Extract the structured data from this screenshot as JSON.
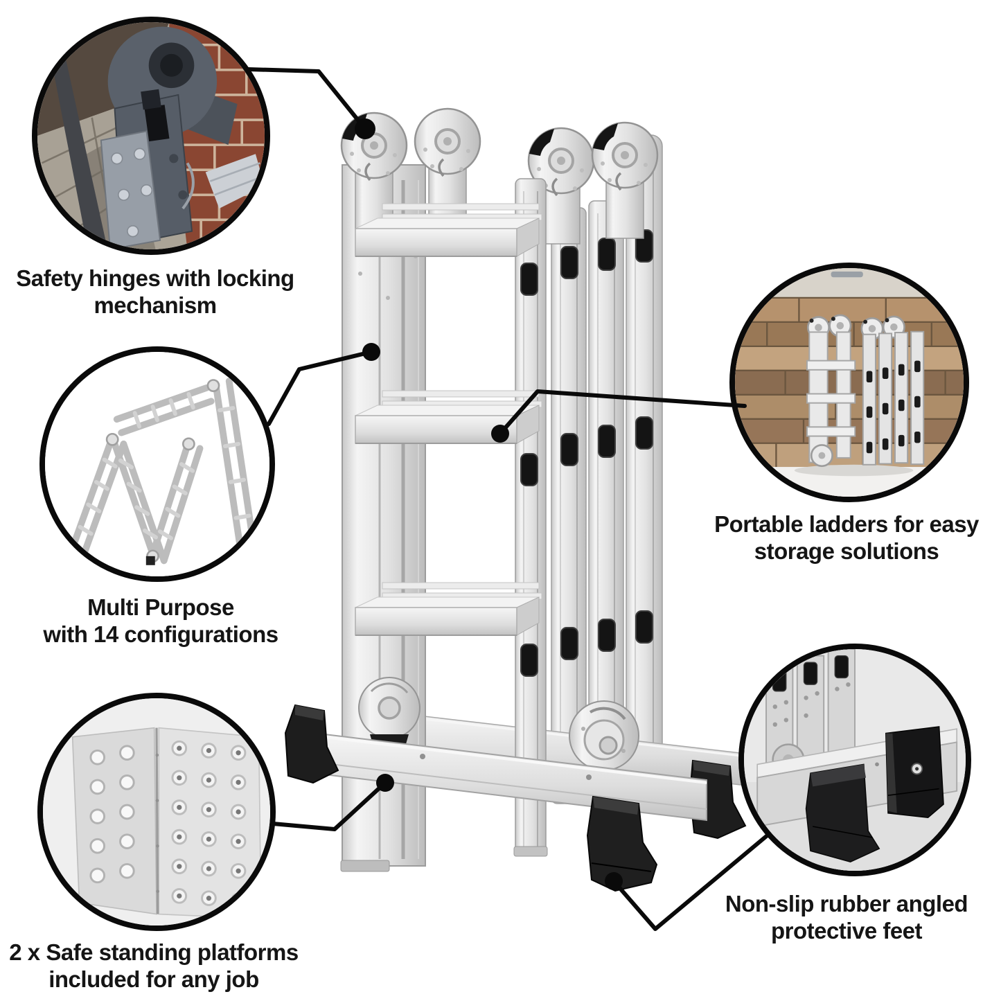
{
  "features": {
    "safety_hinges": {
      "line1": "Safety hinges with locking",
      "line2": "mechanism"
    },
    "multi_purpose": {
      "line1": "Multi Purpose",
      "line2": "with 14 configurations"
    },
    "standing_platforms": {
      "line1": "2 x Safe standing platforms",
      "line2": "included for any job"
    },
    "portable_storage": {
      "line1": "Portable ladders for  easy",
      "line2": "storage solutions"
    },
    "protective_feet": {
      "line1": "Non-slip rubber angled",
      "line2": "protective feet"
    }
  },
  "colors": {
    "background": "#ffffff",
    "caption_text": "#151515",
    "callout_border": "#0a0a0a",
    "connector_line": "#0a0a0a",
    "aluminum": "#dcdcdc",
    "rubber_feet": "#1c1c1c",
    "brick": "#8a4632",
    "wood": "#a98a66"
  }
}
